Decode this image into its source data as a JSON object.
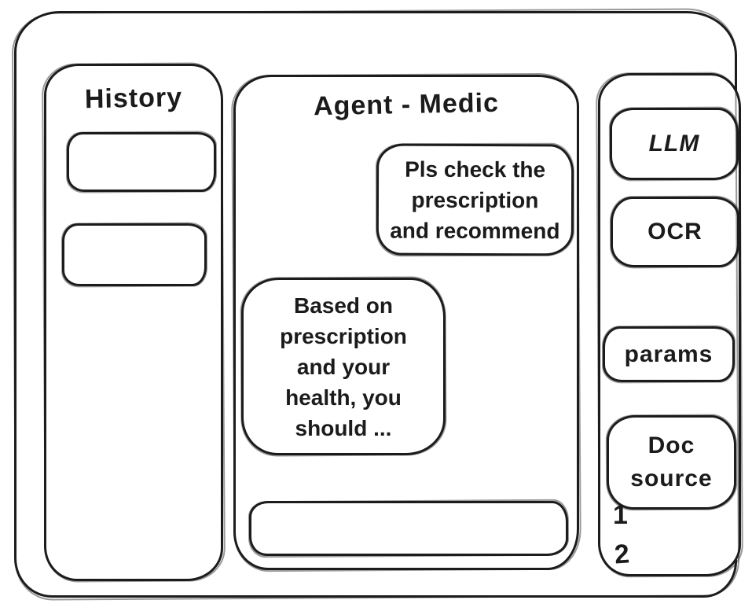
{
  "colors": {
    "ink": "#1b1b1b",
    "background": "#ffffff"
  },
  "history_panel": {
    "title": "History",
    "items": [
      {
        "label": ""
      },
      {
        "label": ""
      }
    ]
  },
  "chat": {
    "title": "Agent - Medic",
    "messages": [
      {
        "role": "user",
        "text": "Pls check the\nprescription\nand recommend"
      },
      {
        "role": "assistant",
        "text": "Based on\nprescription\nand your\nhealth, you\nshould ..."
      }
    ],
    "input": {
      "value": ""
    }
  },
  "tools_panel": {
    "buttons": [
      {
        "label": "LLM"
      },
      {
        "label": "OCR"
      },
      {
        "label": "params"
      },
      {
        "label": "Doc\nsource"
      }
    ],
    "doc_list": [
      {
        "num": "1"
      },
      {
        "num": "2"
      }
    ]
  }
}
